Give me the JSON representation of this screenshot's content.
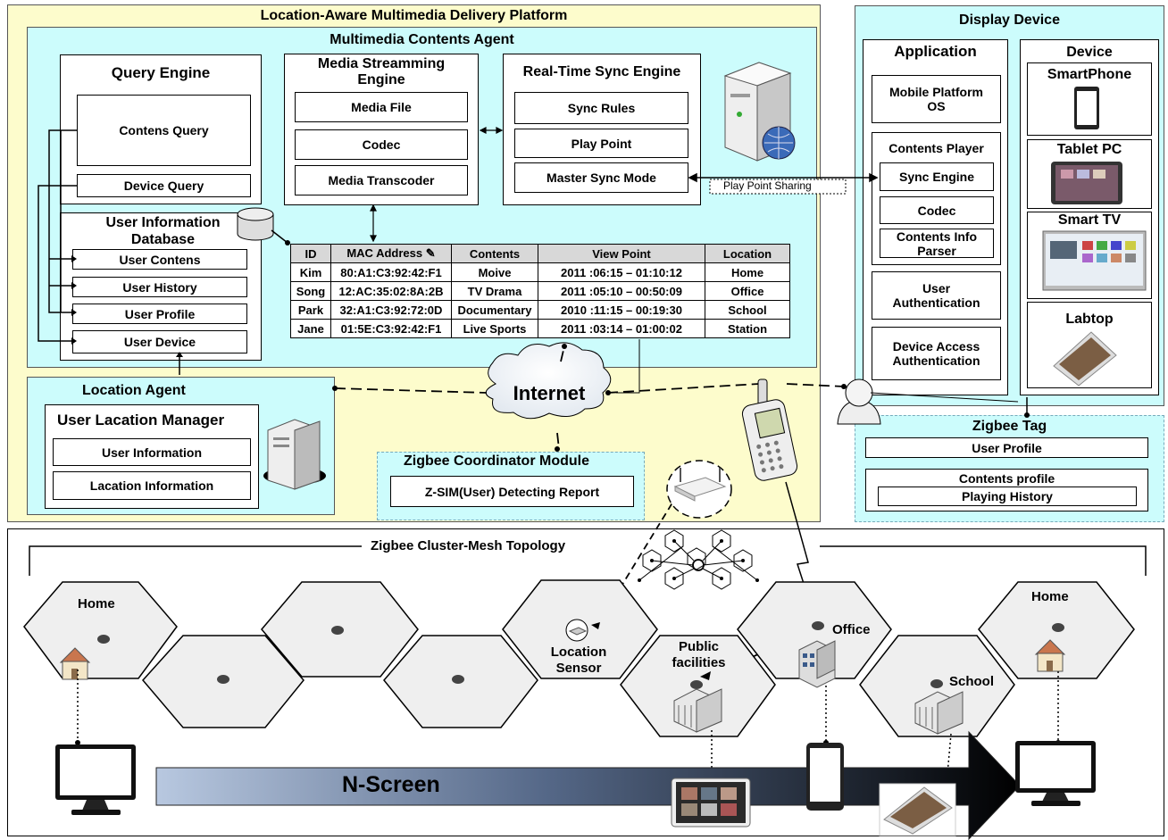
{
  "platform": {
    "title": "Location-Aware Multimedia Delivery Platform",
    "contents_agent": "Multimedia Contents Agent",
    "query_engine": {
      "title": "Query Engine",
      "contents_query": "Contens Query",
      "device_query": "Device Query"
    },
    "user_db": {
      "title": "User Information Database",
      "items": [
        "User Contens",
        "User History",
        "User Profile",
        "User Device"
      ]
    },
    "streaming": {
      "title": "Media Streamming Engine",
      "items": [
        "Media File",
        "Codec",
        "Media Transcoder"
      ]
    },
    "sync": {
      "title": "Real-Time Sync Engine",
      "items": [
        "Sync Rules",
        "Play Point",
        "Master Sync Mode"
      ]
    },
    "table": {
      "headers": [
        "ID",
        "MAC Address",
        "Contents",
        "View Point",
        "Location"
      ],
      "rows": [
        [
          "Kim",
          "80:A1:C3:92:42:F1",
          "Moive",
          "2011 :06:15 – 01:10:12",
          "Home"
        ],
        [
          "Song",
          "12:AC:35:02:8A:2B",
          "TV Drama",
          "2011 :05:10 – 00:50:09",
          "Office"
        ],
        [
          "Park",
          "32:A1:C3:92:72:0D",
          "Documentary",
          "2010 :11:15 – 00:19:30",
          "School"
        ],
        [
          "Jane",
          "01:5E:C3:92:42:F1",
          "Live Sports",
          "2011 :03:14 – 01:00:02",
          "Station"
        ]
      ]
    },
    "location_agent": {
      "title": "Location Agent",
      "manager": "User Lacation  Manager",
      "items": [
        "User Information",
        "Lacation Information"
      ]
    }
  },
  "play_point_sharing": "Play Point Sharing",
  "internet": "Internet",
  "zigbee_coordinator": {
    "title": "Zigbee Coordinator Module",
    "report": "Z-SIM(User) Detecting Report"
  },
  "display_device": {
    "title": "Display Device",
    "application": {
      "title": "Application",
      "os": "Mobile Platform OS",
      "player": "Contents Player",
      "player_items": [
        "Sync Engine",
        "Codec",
        "Contents Info Parser"
      ],
      "auth": "User Authentication",
      "device_auth": "Device Access Authentication"
    },
    "device": {
      "title": "Device",
      "items": [
        "SmartPhone",
        "Tablet PC",
        "Smart TV",
        "Labtop"
      ]
    }
  },
  "zigbee_tag": {
    "title": "Zigbee Tag",
    "user_profile": "User Profile",
    "contents_profile": "Contents profile",
    "playing_history": "Playing History"
  },
  "topology": {
    "title": "Zigbee Cluster-Mesh Topology",
    "locations": {
      "home_left": "Home",
      "location_sensor": "Location Sensor",
      "public": "Public facilities",
      "office": "Office",
      "school": "School",
      "home_right": "Home"
    },
    "nscreen": "N-Screen"
  }
}
